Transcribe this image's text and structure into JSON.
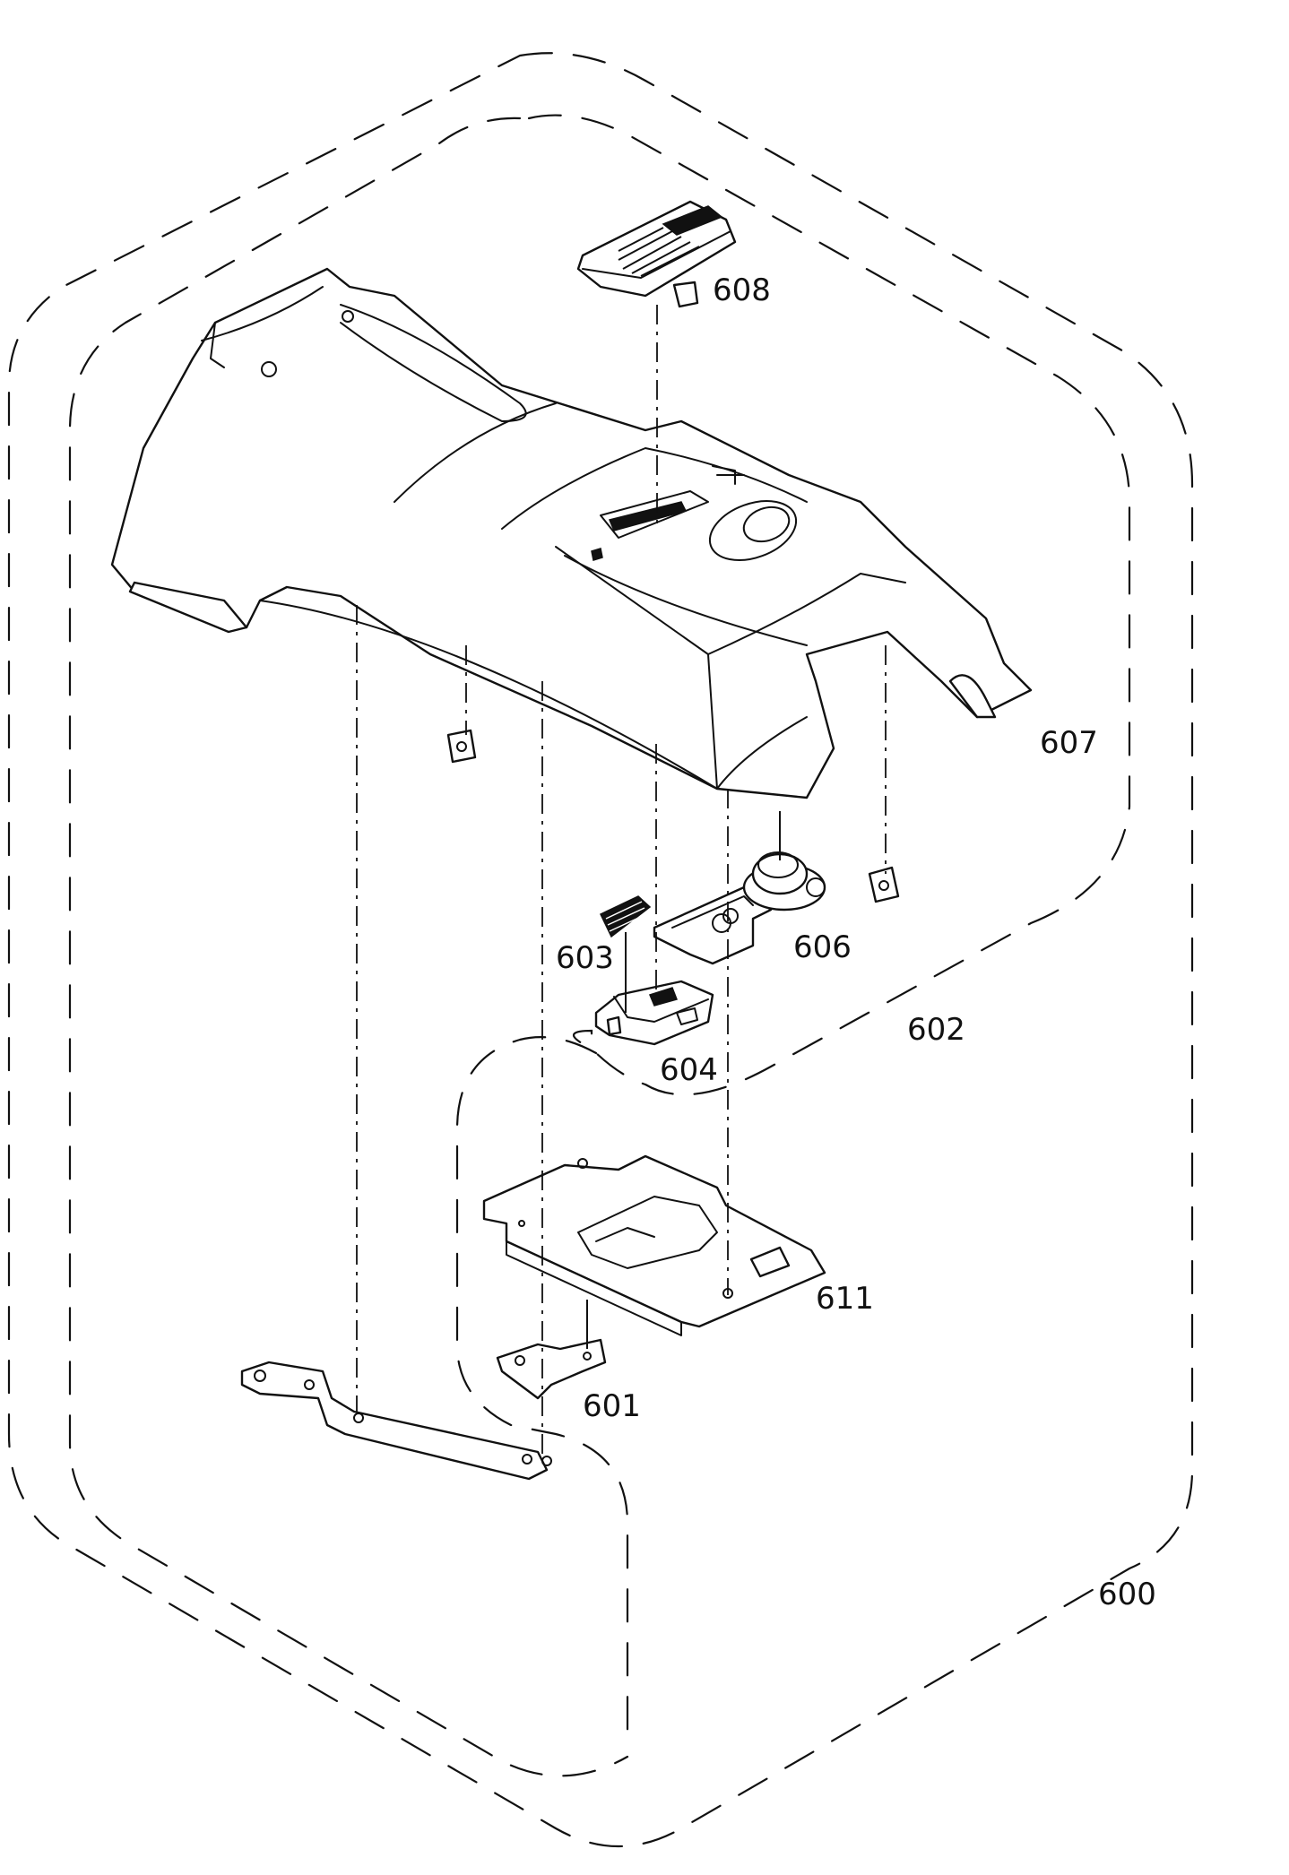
{
  "labels": {
    "p600": "600",
    "p601": "601",
    "p602": "602",
    "p603": "603",
    "p604": "604",
    "p606": "606",
    "p607": "607",
    "p608": "608",
    "p611": "611"
  }
}
